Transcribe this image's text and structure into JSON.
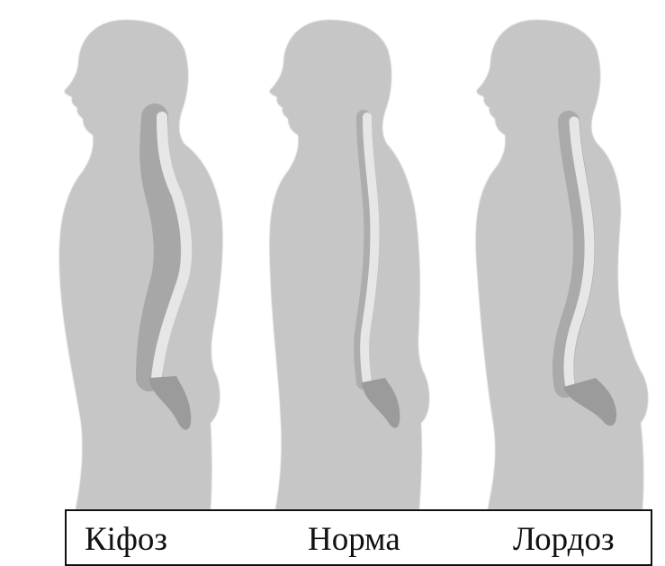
{
  "captions": [
    "Кіфоз",
    "Норма",
    "Лордоз"
  ],
  "colors": {
    "background": "#ffffff",
    "body_silhouette": "#c6c6c6",
    "spine_bone": "#e6e6e6",
    "spine_shadow": "#8e8e8e",
    "caption_border": "#111111"
  },
  "figures": [
    {
      "id": "kyphosis",
      "label_index": 0
    },
    {
      "id": "normal",
      "label_index": 1
    },
    {
      "id": "lordosis",
      "label_index": 2
    }
  ]
}
